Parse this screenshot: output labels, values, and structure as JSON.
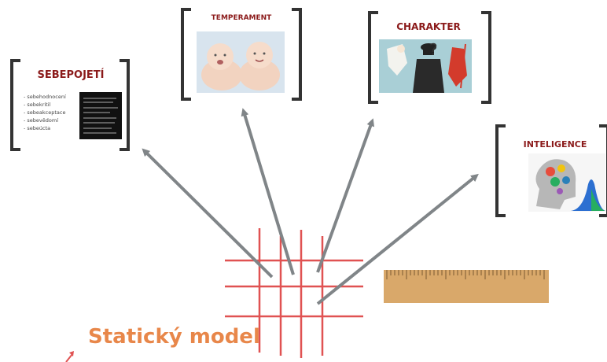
{
  "cards": {
    "sebepojeti": {
      "title": "SEBEPOJETÍ",
      "items": [
        "sebehodnocení",
        "sebekritil",
        "sebeakceptace",
        "sebevědomí",
        "sebeúcta"
      ]
    },
    "temperament": {
      "title": "TEMPERAMENT",
      "image": "babies-photo"
    },
    "charakter": {
      "title": "CHARAKTER",
      "image": "angel-devil-illustration"
    },
    "inteligence": {
      "title": "INTELIGENCE",
      "image": "brain-gears-bellcurve"
    }
  },
  "footer": {
    "title": "Statický model"
  },
  "colors": {
    "arrow": "#808588",
    "grid": "#e05252",
    "ruler": "#d9a86a",
    "title": "#8b1a1a",
    "accent": "#e8874a"
  }
}
